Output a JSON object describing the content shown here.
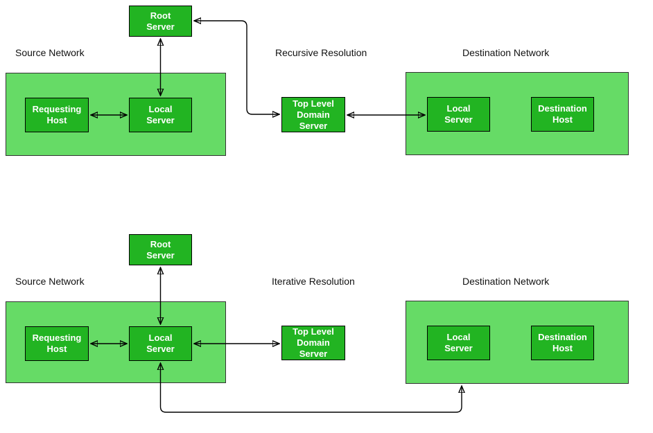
{
  "colors": {
    "node_fill": "#22b422",
    "node_border": "#000000",
    "node_text": "#ffffff",
    "network_fill": "#66db66",
    "network_border": "#333333",
    "label_text": "#111111",
    "line": "#000000"
  },
  "recursive": {
    "section_label": "Recursive Resolution",
    "source_network_label": "Source Network",
    "destination_network_label": "Destination Network",
    "nodes": {
      "root_server": "Root\nServer",
      "requesting_host": "Requesting\nHost",
      "local_server": "Local\nServer",
      "tld_server": "Top Level\nDomain\nServer",
      "dest_local_server": "Local\nServer",
      "destination_host": "Destination\nHost"
    },
    "connections": [
      {
        "from": "local_server",
        "to": "root_server",
        "bidirectional": true
      },
      {
        "from": "requesting_host",
        "to": "local_server",
        "bidirectional": true
      },
      {
        "from": "root_server",
        "to": "tld_server",
        "bidirectional": true
      },
      {
        "from": "tld_server",
        "to": "dest_local_server",
        "bidirectional": true
      }
    ]
  },
  "iterative": {
    "section_label": "Iterative Resolution",
    "source_network_label": "Source Network",
    "destination_network_label": "Destination Network",
    "nodes": {
      "root_server": "Root\nServer",
      "requesting_host": "Requesting\nHost",
      "local_server": "Local\nServer",
      "tld_server": "Top Level\nDomain\nServer",
      "dest_local_server": "Local\nServer",
      "destination_host": "Destination\nHost"
    },
    "connections": [
      {
        "from": "local_server",
        "to": "root_server",
        "bidirectional": true
      },
      {
        "from": "requesting_host",
        "to": "local_server",
        "bidirectional": true
      },
      {
        "from": "local_server",
        "to": "tld_server",
        "bidirectional": true
      },
      {
        "from": "local_server",
        "to": "destination_network",
        "bidirectional": true
      }
    ]
  }
}
